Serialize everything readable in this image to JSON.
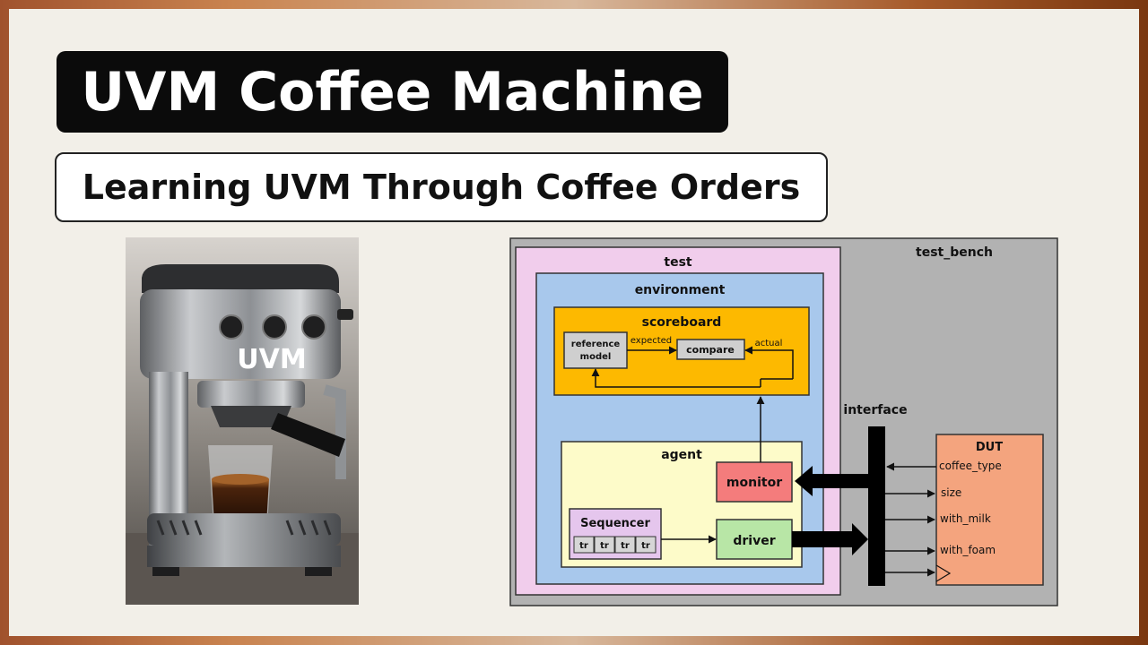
{
  "header": {
    "title": "UVM Coffee Machine",
    "subtitle": "Learning UVM Through Coffee Orders"
  },
  "photo": {
    "machine_label": "UVM"
  },
  "diagram": {
    "test_bench_label": "test_bench",
    "test_label": "test",
    "environment_label": "environment",
    "scoreboard_label": "scoreboard",
    "reference_model_label_line1": "reference",
    "reference_model_label_line2": "model",
    "compare_label": "compare",
    "expected_label": "expected",
    "actual_label": "actual",
    "agent_label": "agent",
    "monitor_label": "monitor",
    "driver_label": "driver",
    "sequencer_label": "Sequencer",
    "sequencer_items": [
      "tr",
      "tr",
      "tr",
      "tr"
    ],
    "interface_label": "interface",
    "dut_label": "DUT",
    "dut_ports": [
      "coffee_type",
      "size",
      "with_milk",
      "with_foam"
    ],
    "colors": {
      "test_bench": "#b2b2b2",
      "test": "#f1cdec",
      "environment": "#a8c8ec",
      "scoreboard": "#fdb900",
      "agent": "#fdfbc9",
      "monitor": "#f47c7c",
      "driver": "#b8e6a6",
      "sequencer": "#e5c6ed",
      "dut": "#f4a47e"
    }
  }
}
